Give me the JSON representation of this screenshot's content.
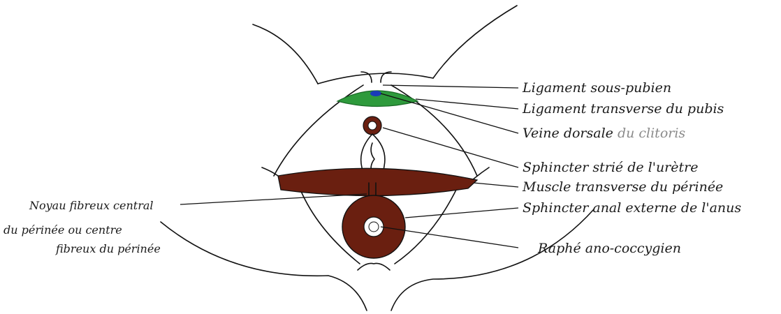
{
  "labels": {
    "ligament_sous_pubien": "Ligament sous-pubien",
    "ligament_transverse": "Ligament transverse du pubis",
    "veine_dorsale_main": "Veine dorsale ",
    "veine_dorsale_suffix": "du clitoris",
    "sphincter_urethre": "Sphincter strié de l'urètre",
    "muscle_transverse": "Muscle transverse du périnée",
    "sphincter_anal": "Sphincter anal externe de l'anus",
    "raphe": "Raphé ano-coccygien",
    "noyau_line1": "Noyau fibreux central",
    "noyau_line2": "du périnée ou centre",
    "noyau_line3": "fibreux du périnée"
  },
  "colors": {
    "green": "#2e9a3c",
    "blue": "#1a3bb8",
    "brown": "#6a1f10",
    "outline": "#111111",
    "gray_text": "#8a8a8a"
  }
}
